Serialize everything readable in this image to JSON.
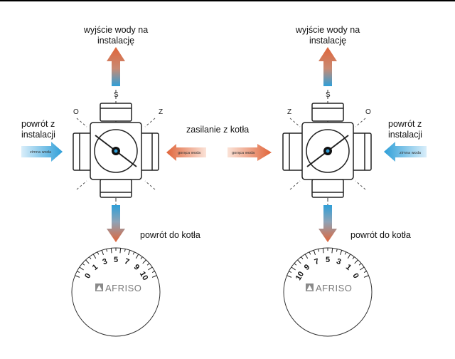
{
  "labels": {
    "outlet": "wyjście wody na instalację",
    "outlet_line1": "wyjście wody na",
    "outlet_line2": "instalację",
    "return_line1": "powrót z",
    "return_line2": "instalacji",
    "supply": "zasilanie z kotła",
    "return_boiler": "powrót do kotła",
    "cold_water": "zimna woda",
    "hot_water": "gorąca woda"
  },
  "valve_ports": {
    "top": "S",
    "left_corner": "O",
    "right_corner": "Z"
  },
  "valve_ports_right": {
    "top": "S",
    "left_corner": "Z",
    "right_corner": "O"
  },
  "dial_left": {
    "scale": [
      "0",
      "1",
      "3",
      "5",
      "7",
      "9",
      "10"
    ],
    "brand": "AFRISO"
  },
  "dial_right": {
    "scale": [
      "10",
      "9",
      "7",
      "5",
      "3",
      "1",
      "0"
    ],
    "brand": "AFRISO"
  },
  "colors": {
    "hot": "#e0653a",
    "cold": "#2f9fd8",
    "line": "#222222"
  },
  "icons": [
    "arrow-up-icon",
    "arrow-down-icon",
    "arrow-left-icon",
    "arrow-right-icon",
    "afriso-logo-icon"
  ]
}
